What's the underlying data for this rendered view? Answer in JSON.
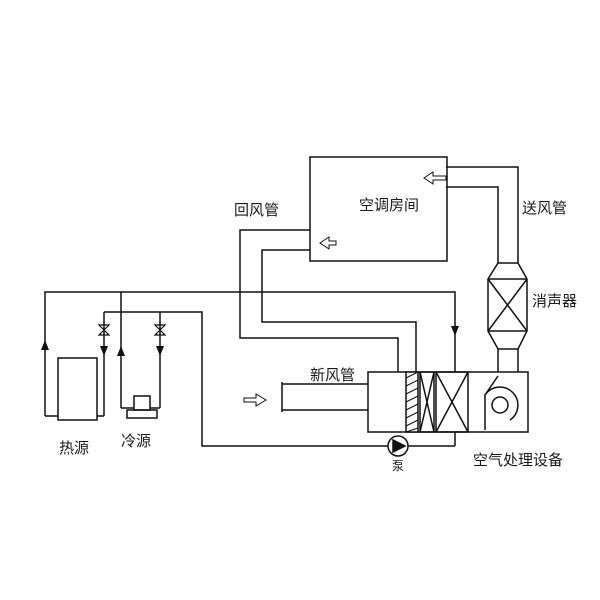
{
  "labels": {
    "room": "空调房间",
    "return_duct": "回风管",
    "supply_duct": "送风管",
    "silencer": "消声器",
    "fresh_air_duct": "新风管",
    "heat_source": "热源",
    "cold_source": "冷源",
    "pump": "泵",
    "ahu": "空气处理设备"
  }
}
